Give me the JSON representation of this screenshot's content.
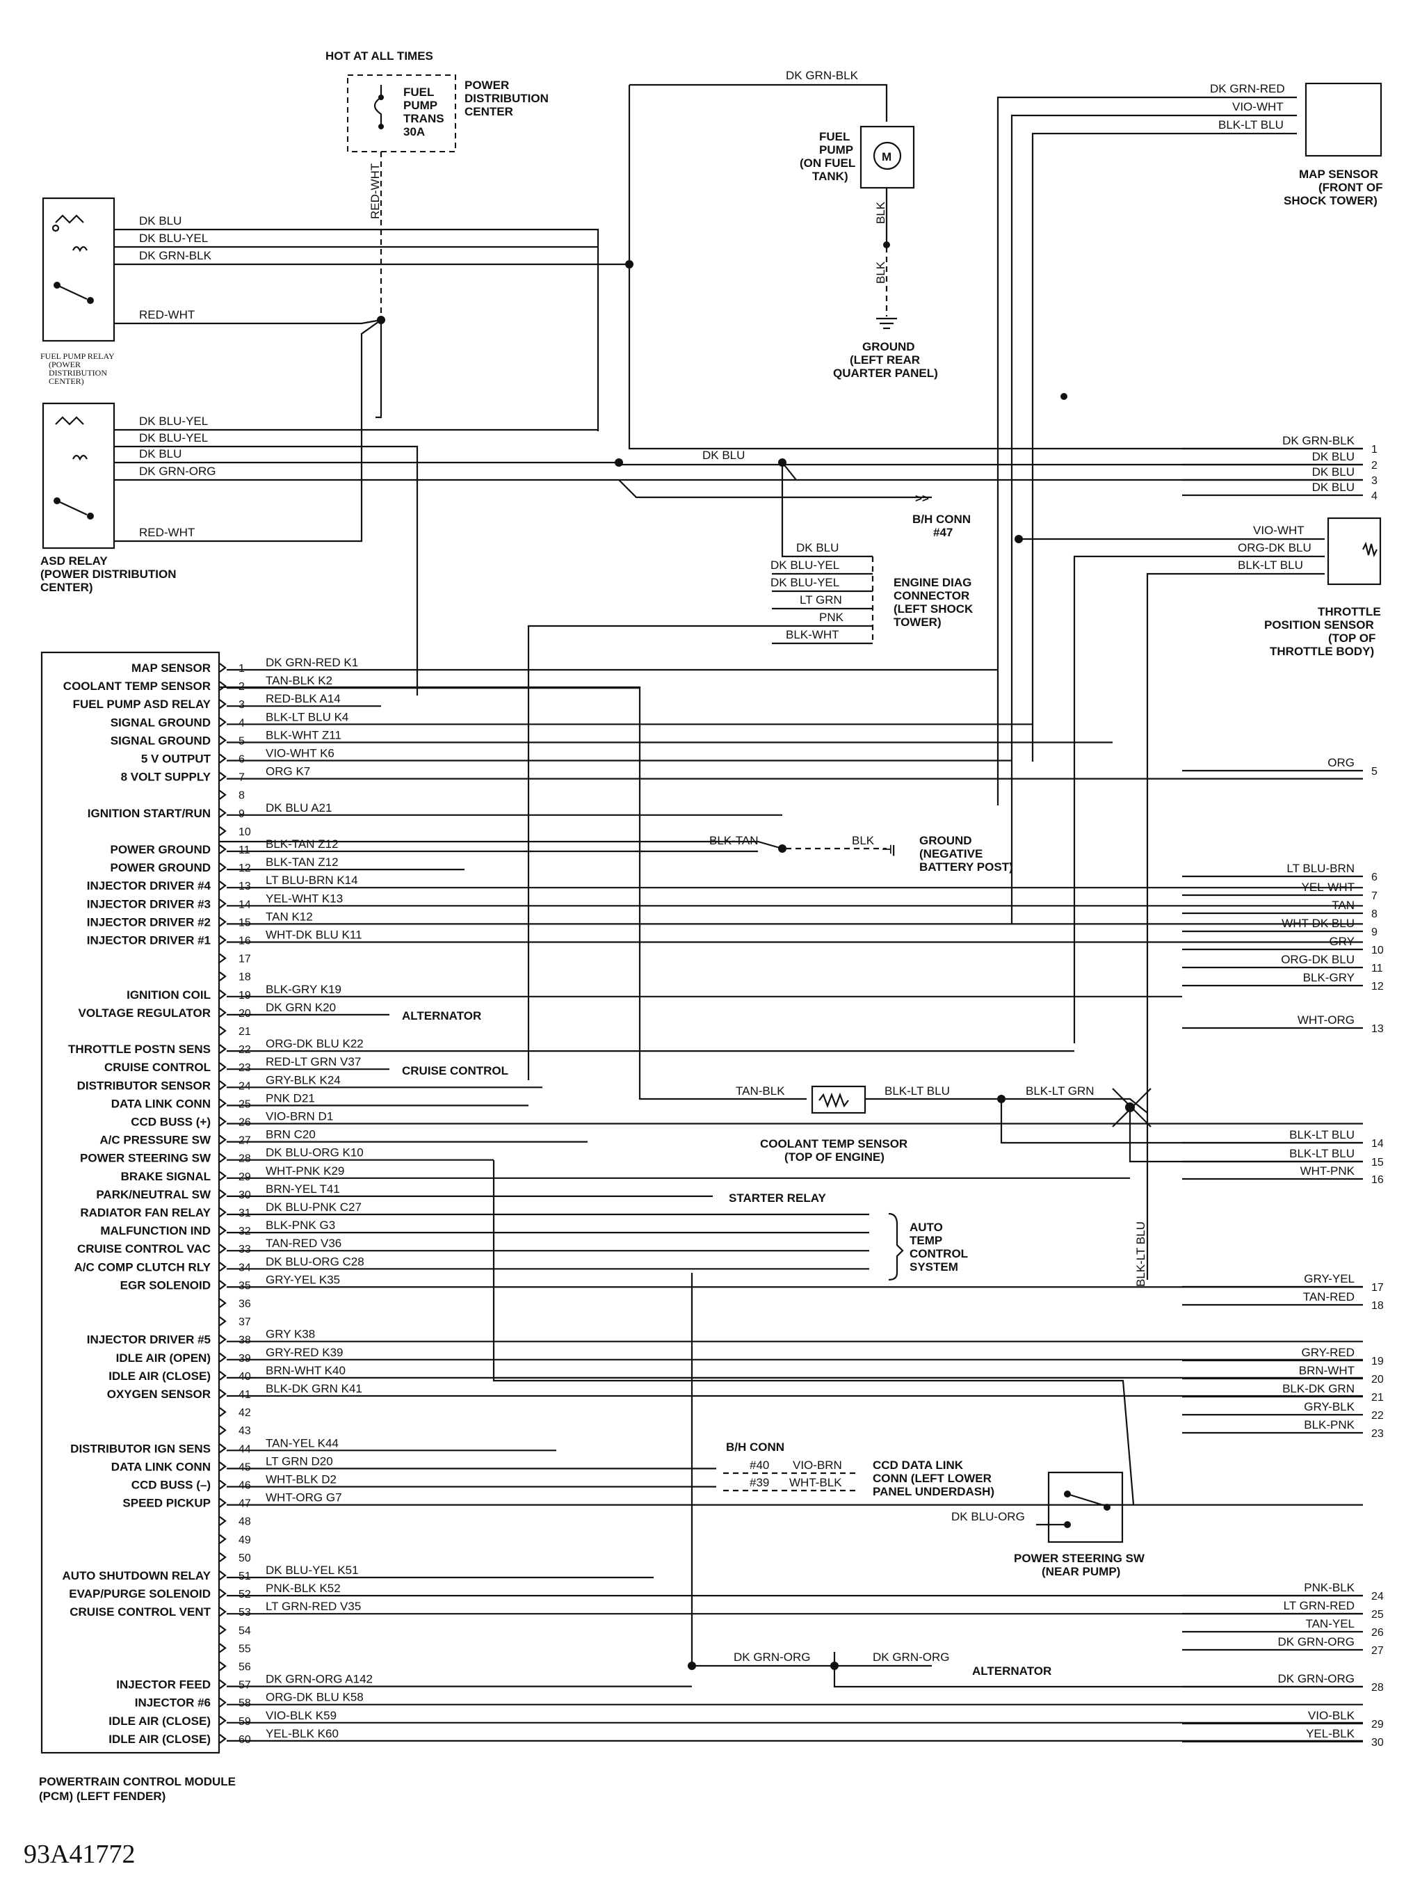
{
  "figure_code": "93A41772",
  "pcm": {
    "title": "POWERTRAIN CONTROL MODULE",
    "subtitle": "(PCM) (LEFT FENDER)",
    "pins": [
      {
        "n": "1",
        "func": "MAP SENSOR",
        "wire": "DK GRN-RED K1"
      },
      {
        "n": "2",
        "func": "COOLANT TEMP SENSOR",
        "wire": "TAN-BLK K2"
      },
      {
        "n": "3",
        "func": "FUEL PUMP ASD RELAY",
        "wire": "RED-BLK A14"
      },
      {
        "n": "4",
        "func": "SIGNAL GROUND",
        "wire": "BLK-LT BLU K4"
      },
      {
        "n": "5",
        "func": "SIGNAL GROUND",
        "wire": "BLK-WHT Z11"
      },
      {
        "n": "6",
        "func": "5 V OUTPUT",
        "wire": "VIO-WHT K6"
      },
      {
        "n": "7",
        "func": "8 VOLT SUPPLY",
        "wire": "ORG K7"
      },
      {
        "n": "8",
        "func": "",
        "wire": ""
      },
      {
        "n": "9",
        "func": "IGNITION START/RUN",
        "wire": "DK BLU A21"
      },
      {
        "n": "10",
        "func": "",
        "wire": ""
      },
      {
        "n": "11",
        "func": "POWER GROUND",
        "wire": "BLK-TAN Z12"
      },
      {
        "n": "12",
        "func": "POWER GROUND",
        "wire": "BLK-TAN Z12"
      },
      {
        "n": "13",
        "func": "INJECTOR DRIVER #4",
        "wire": "LT BLU-BRN K14"
      },
      {
        "n": "14",
        "func": "INJECTOR DRIVER #3",
        "wire": "YEL-WHT K13"
      },
      {
        "n": "15",
        "func": "INJECTOR DRIVER #2",
        "wire": "TAN K12"
      },
      {
        "n": "16",
        "func": "INJECTOR DRIVER #1",
        "wire": "WHT-DK BLU K11"
      },
      {
        "n": "17",
        "func": "",
        "wire": ""
      },
      {
        "n": "18",
        "func": "",
        "wire": ""
      },
      {
        "n": "19",
        "func": "IGNITION COIL",
        "wire": "BLK-GRY K19"
      },
      {
        "n": "20",
        "func": "VOLTAGE REGULATOR",
        "wire": "DK GRN K20"
      },
      {
        "n": "21",
        "func": "",
        "wire": ""
      },
      {
        "n": "22",
        "func": "THROTTLE POSTN SENS",
        "wire": "ORG-DK BLU K22"
      },
      {
        "n": "23",
        "func": "CRUISE CONTROL",
        "wire": "RED-LT GRN V37"
      },
      {
        "n": "24",
        "func": "DISTRIBUTOR SENSOR",
        "wire": "GRY-BLK K24"
      },
      {
        "n": "25",
        "func": "DATA LINK CONN",
        "wire": "PNK D21"
      },
      {
        "n": "26",
        "func": "CCD BUSS (+)",
        "wire": "VIO-BRN D1"
      },
      {
        "n": "27",
        "func": "A/C PRESSURE SW",
        "wire": "BRN C20"
      },
      {
        "n": "28",
        "func": "POWER STEERING SW",
        "wire": "DK BLU-ORG K10"
      },
      {
        "n": "29",
        "func": "BRAKE SIGNAL",
        "wire": "WHT-PNK K29"
      },
      {
        "n": "30",
        "func": "PARK/NEUTRAL SW",
        "wire": "BRN-YEL T41"
      },
      {
        "n": "31",
        "func": "RADIATOR FAN RELAY",
        "wire": "DK BLU-PNK C27"
      },
      {
        "n": "32",
        "func": "MALFUNCTION IND",
        "wire": "BLK-PNK G3"
      },
      {
        "n": "33",
        "func": "CRUISE CONTROL VAC",
        "wire": "TAN-RED V36"
      },
      {
        "n": "34",
        "func": "A/C COMP CLUTCH RLY",
        "wire": "DK BLU-ORG C28"
      },
      {
        "n": "35",
        "func": "EGR SOLENOID",
        "wire": "GRY-YEL K35"
      },
      {
        "n": "36",
        "func": "",
        "wire": ""
      },
      {
        "n": "37",
        "func": "",
        "wire": ""
      },
      {
        "n": "38",
        "func": "INJECTOR DRIVER #5",
        "wire": "GRY K38"
      },
      {
        "n": "39",
        "func": "IDLE AIR (OPEN)",
        "wire": "GRY-RED K39"
      },
      {
        "n": "40",
        "func": "IDLE AIR (CLOSE)",
        "wire": "BRN-WHT K40"
      },
      {
        "n": "41",
        "func": "OXYGEN SENSOR",
        "wire": "BLK-DK GRN K41"
      },
      {
        "n": "42",
        "func": "",
        "wire": ""
      },
      {
        "n": "43",
        "func": "",
        "wire": ""
      },
      {
        "n": "44",
        "func": "DISTRIBUTOR IGN SENS",
        "wire": "TAN-YEL K44"
      },
      {
        "n": "45",
        "func": "DATA LINK CONN",
        "wire": "LT GRN D20"
      },
      {
        "n": "46",
        "func": "CCD BUSS (–)",
        "wire": "WHT-BLK D2"
      },
      {
        "n": "47",
        "func": "SPEED PICKUP",
        "wire": "WHT-ORG G7"
      },
      {
        "n": "48",
        "func": "",
        "wire": ""
      },
      {
        "n": "49",
        "func": "",
        "wire": ""
      },
      {
        "n": "50",
        "func": "",
        "wire": ""
      },
      {
        "n": "51",
        "func": "AUTO SHUTDOWN RELAY",
        "wire": "DK BLU-YEL K51"
      },
      {
        "n": "52",
        "func": "EVAP/PURGE SOLENOID",
        "wire": "PNK-BLK K52"
      },
      {
        "n": "53",
        "func": "CRUISE CONTROL VENT",
        "wire": "LT GRN-RED V35"
      },
      {
        "n": "54",
        "func": "",
        "wire": ""
      },
      {
        "n": "55",
        "func": "",
        "wire": ""
      },
      {
        "n": "56",
        "func": "",
        "wire": ""
      },
      {
        "n": "57",
        "func": "INJECTOR FEED",
        "wire": "DK GRN-ORG A142"
      },
      {
        "n": "58",
        "func": "INJECTOR #6",
        "wire": "ORG-DK BLU K58"
      },
      {
        "n": "59",
        "func": "IDLE AIR (CLOSE)",
        "wire": "VIO-BLK K59"
      },
      {
        "n": "60",
        "func": "IDLE AIR (CLOSE)",
        "wire": "YEL-BLK K60"
      }
    ]
  },
  "right_edge": [
    {
      "n": "1",
      "wire": "DK GRN-BLK"
    },
    {
      "n": "2",
      "wire": "DK BLU"
    },
    {
      "n": "3",
      "wire": "DK BLU"
    },
    {
      "n": "4",
      "wire": "DK BLU"
    },
    {
      "n": "5",
      "wire": "ORG"
    },
    {
      "n": "6",
      "wire": "LT BLU-BRN"
    },
    {
      "n": "7",
      "wire": "YEL-WHT"
    },
    {
      "n": "8",
      "wire": "TAN"
    },
    {
      "n": "9",
      "wire": "WHT-DK BLU"
    },
    {
      "n": "10",
      "wire": "GRY"
    },
    {
      "n": "11",
      "wire": "ORG-DK BLU"
    },
    {
      "n": "12",
      "wire": "BLK-GRY"
    },
    {
      "n": "13",
      "wire": "WHT-ORG"
    },
    {
      "n": "14",
      "wire": "BLK-LT BLU"
    },
    {
      "n": "15",
      "wire": "BLK-LT BLU"
    },
    {
      "n": "16",
      "wire": "WHT-PNK"
    },
    {
      "n": "17",
      "wire": "GRY-YEL"
    },
    {
      "n": "18",
      "wire": "TAN-RED"
    },
    {
      "n": "19",
      "wire": "GRY-RED"
    },
    {
      "n": "20",
      "wire": "BRN-WHT"
    },
    {
      "n": "21",
      "wire": "BLK-DK GRN"
    },
    {
      "n": "22",
      "wire": "GRY-BLK"
    },
    {
      "n": "23",
      "wire": "BLK-PNK"
    },
    {
      "n": "24",
      "wire": "PNK-BLK"
    },
    {
      "n": "25",
      "wire": "LT GRN-RED"
    },
    {
      "n": "26",
      "wire": "TAN-YEL"
    },
    {
      "n": "27",
      "wire": "DK GRN-ORG"
    },
    {
      "n": "28",
      "wire": "DK GRN-ORG"
    },
    {
      "n": "29",
      "wire": "VIO-BLK"
    },
    {
      "n": "30",
      "wire": "YEL-BLK"
    }
  ],
  "top": {
    "hot_label": "HOT AT ALL TIMES",
    "pdc": [
      "POWER",
      "DISTRIBUTION",
      "CENTER"
    ],
    "fuse": [
      "FUEL",
      "PUMP",
      "TRANS",
      "30A"
    ],
    "fuse_wire": "RED-WHT",
    "fuel_pump": [
      "FUEL",
      "PUMP",
      "(ON FUEL",
      "TANK)"
    ],
    "fuel_pump_wire": "DK GRN-BLK",
    "pump_motor": "M",
    "blk1": "BLK",
    "blk2": "BLK",
    "ground": [
      "GROUND",
      "(LEFT REAR",
      "QUARTER PANEL)"
    ],
    "map_sensor": [
      "MAP SENSOR",
      "(FRONT OF",
      "SHOCK TOWER)"
    ],
    "map_wires": [
      "DK GRN-RED",
      "VIO-WHT",
      "BLK-LT BLU"
    ]
  },
  "fuel_relay": {
    "label": [
      "FUEL PUMP RELAY",
      "(POWER",
      "DISTRIBUTION",
      "CENTER)"
    ],
    "wires": [
      "DK BLU",
      "DK BLU-YEL",
      "DK GRN-BLK",
      "RED-WHT"
    ]
  },
  "asd_relay": {
    "label": [
      "ASD RELAY",
      "(POWER DISTRIBUTION",
      "CENTER)"
    ],
    "wires": [
      "DK BLU-YEL",
      "DK BLU-YEL",
      "DK BLU",
      "DK GRN-ORG",
      "RED-WHT"
    ]
  },
  "bh_conn": {
    "label": "B/H CONN",
    "num": "#47",
    "mid_wire": "DK BLU"
  },
  "engine_diag": {
    "label": [
      "ENGINE DIAG",
      "CONNECTOR",
      "(LEFT SHOCK",
      "TOWER)"
    ],
    "wires": [
      "DK BLU",
      "DK BLU-YEL",
      "DK BLU-YEL",
      "LT GRN",
      "PNK",
      "BLK-WHT"
    ]
  },
  "tps": {
    "label": [
      "THROTTLE",
      "POSITION SENSOR",
      "(TOP OF",
      "THROTTLE BODY)"
    ],
    "wires": [
      "VIO-WHT",
      "ORG-DK BLU",
      "BLK-LT BLU"
    ]
  },
  "ground_neg": {
    "label": [
      "GROUND",
      "(NEGATIVE",
      "BATTERY POST)"
    ],
    "wire_a": "BLK-TAN",
    "wire_b": "BLK"
  },
  "alternator1": "ALTERNATOR",
  "cruise": "CRUISE CONTROL",
  "starter": "STARTER RELAY",
  "auto_temp": [
    "AUTO",
    "TEMP",
    "CONTROL",
    "SYSTEM"
  ],
  "coolant": {
    "label": [
      "COOLANT TEMP SENSOR",
      "(TOP OF ENGINE)"
    ],
    "left": "TAN-BLK",
    "right": "BLK-LT BLU",
    "far": "BLK-LT GRN",
    "vert": "BLK-LT BLU"
  },
  "ccd": {
    "label": [
      "CCD DATA LINK",
      "CONN (LEFT LOWER",
      "PANEL UNDERDASH)"
    ],
    "bh": "B/H CONN",
    "p40": "#40",
    "p39": "#39",
    "w40": "VIO-BRN",
    "w39": "WHT-BLK"
  },
  "ps_switch": {
    "label": [
      "POWER STEERING SW",
      "(NEAR PUMP)"
    ],
    "wire": "DK BLU-ORG"
  },
  "alt2": {
    "label": "ALTERNATOR",
    "w1": "DK GRN-ORG",
    "w2": "DK GRN-ORG"
  }
}
